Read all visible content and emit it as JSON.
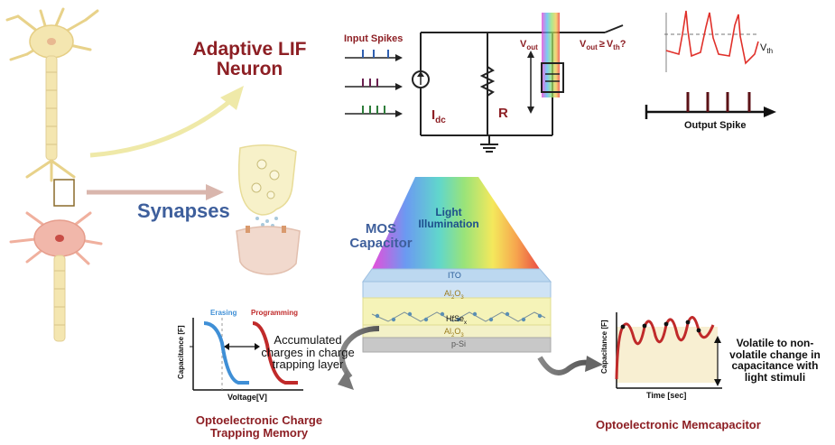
{
  "titles": {
    "adaptive_lif": "Adaptive LIF Neuron",
    "synapses": "Synapses",
    "mos_capacitor": "MOS Capacitor",
    "light_illumination": "Light Illumination",
    "charge_trapping_memory": "Optoelectronic Charge Trapping Memory",
    "memcapacitor": "Optoelectronic Memcapacitor"
  },
  "circuit": {
    "input_spikes": "Input Spikes",
    "idc_main": "I",
    "idc_sub": "dc",
    "r_label": "R",
    "vout_main": "V",
    "vout_sub": "out",
    "compare_a": "V",
    "compare_a_sub": "out",
    "compare_op": "≥",
    "compare_b": "V",
    "compare_b_sub": "th",
    "compare_q": "?",
    "vth_main": "V",
    "vth_sub": "th",
    "output_spike": "Output Spike",
    "spike_colors": [
      "#2f5fb0",
      "#6a2050",
      "#2e7d3a"
    ]
  },
  "layers": {
    "ito": "ITO",
    "al2o3_top_a": "Al",
    "al2o3_top_b": "2",
    "al2o3_top_c": "O",
    "al2o3_top_d": "3",
    "hfse_a": "HfSe",
    "hfse_b": "x",
    "al2o3_bot_a": "Al",
    "al2o3_bot_b": "2",
    "al2o3_bot_c": "O",
    "al2o3_bot_d": "3",
    "psi": "p-Si"
  },
  "ctm_plot": {
    "erasing": "Erasing",
    "programming": "Programming",
    "ylabel": "Capacitance [F]",
    "xlabel": "Voltage[V]",
    "annotation": "Accumulated charges in charge trapping layer"
  },
  "mem_plot": {
    "ylabel": "Capacitance [F]",
    "xlabel": "Time [sec]",
    "annotation": "Volatile to non-volatile change in capacitance with light stimuli"
  },
  "colors": {
    "dark_red": "#8d1f24",
    "navy": "#3e5f9c",
    "neuron_yellow": "#f4e6b0",
    "neuron_pink": "#f1b7aa",
    "arrow_yellow": "#efe9a8",
    "arrow_pink": "#d9b6ad"
  }
}
